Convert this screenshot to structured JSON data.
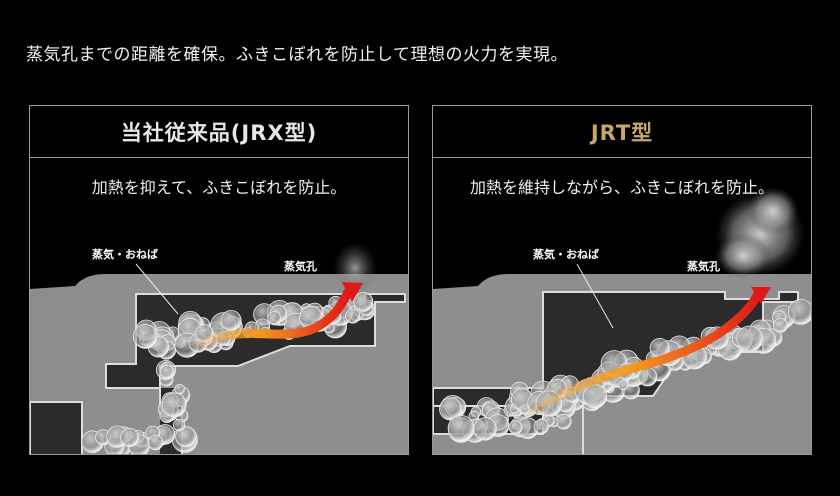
{
  "headline": "蒸気孔までの距離を確保。ふきこぼれを防止して理想の火力を実現。",
  "panels": {
    "left": {
      "title": "当社従来品(JRX型)",
      "caption": "加熱を抑えて、ふきこぼれを防止。",
      "label_steam_foam": "蒸気・おねば",
      "label_vent": "蒸気孔"
    },
    "right": {
      "title": "JRT型",
      "caption": "加熱を維持しながら、ふきこぼれを防止。",
      "label_steam_foam": "蒸気・おねば",
      "label_vent": "蒸気孔"
    }
  },
  "colors": {
    "background": "#000000",
    "lid_gray": "#8e8e8e",
    "title_left": "#e6e6e6",
    "title_right": "#c9a56a",
    "arrow_start": "#f5a020",
    "arrow_end": "#e01818"
  }
}
